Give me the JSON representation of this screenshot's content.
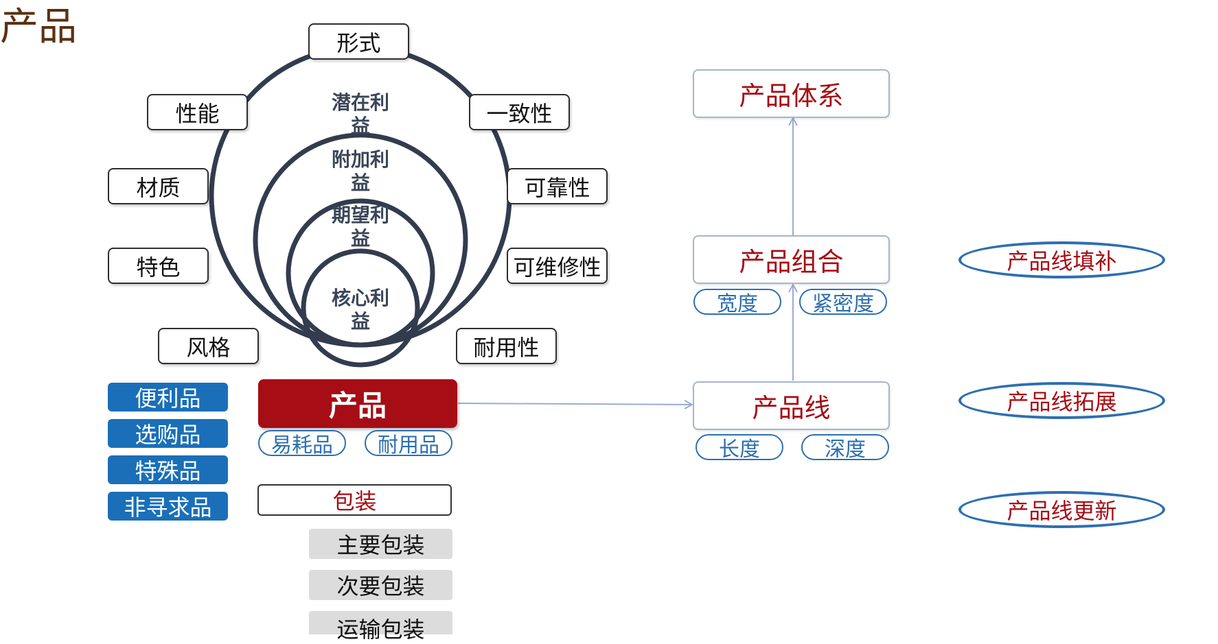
{
  "page_title": "产品",
  "attributes_left": [
    "性能",
    "材质",
    "特色",
    "风格"
  ],
  "attributes_top": "形式",
  "attributes_right": [
    "一致性",
    "可靠性",
    "可维修性",
    "耐用性"
  ],
  "circles": {
    "potential": "潜在利益",
    "augmented": "附加利益",
    "expected": "期望利益",
    "core": "核心利益"
  },
  "product": "产品",
  "consumer_goods": [
    "便利品",
    "选购品",
    "特殊品",
    "非寻求品"
  ],
  "durability_pills": [
    "易耗品",
    "耐用品"
  ],
  "packaging": {
    "label": "包装",
    "levels": [
      "主要包装",
      "次要包装",
      "运输包装"
    ]
  },
  "hierarchy": {
    "system": "产品体系",
    "mix": "产品组合",
    "mix_pills": [
      "宽度",
      "紧密度"
    ],
    "line": "产品线",
    "line_pills": [
      "长度",
      "深度"
    ]
  },
  "line_strategies": [
    "产品线填补",
    "产品线拓展",
    "产品线更新"
  ],
  "colors": {
    "dark_red": "#a60d15",
    "blue": "#1a6fb8",
    "circle_stroke": "#323c4e",
    "arrow": "#9aabd2",
    "title_brown": "#5a3112"
  }
}
